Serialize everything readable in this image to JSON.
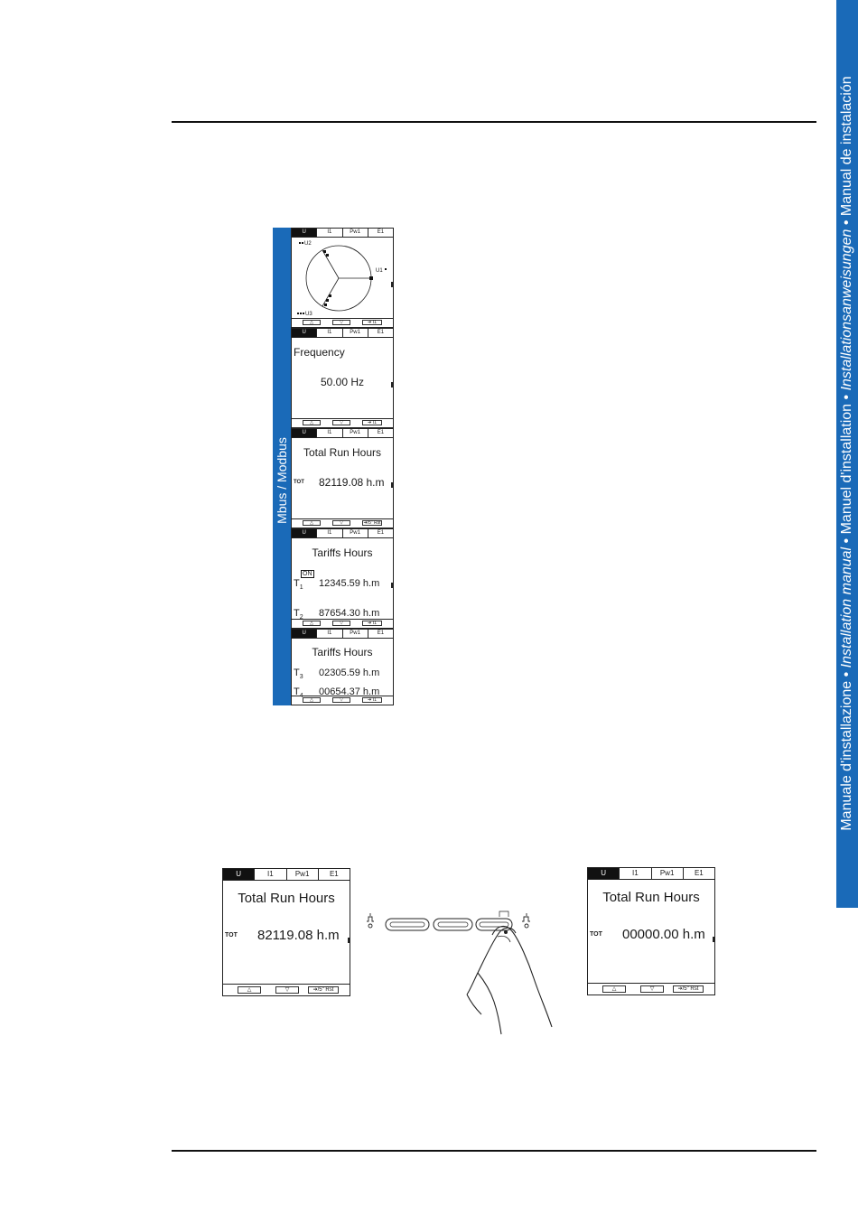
{
  "side_tab": {
    "part1": "Manuale d'installazione • ",
    "part2": "Installation manual",
    "part3": " • Manuel d'installation • ",
    "part4": "Installationsanweisungen",
    "part5": " • Manual de instalación"
  },
  "band_label": "Mbus / Modbus",
  "tabs": [
    "U",
    "I1",
    "Pw1",
    "E1"
  ],
  "nav": {
    "up": "△",
    "down": "▽",
    "next": "➔ I1",
    "reset": "➔/5\" Rst"
  },
  "colors": {
    "accent": "#1a6ab8"
  },
  "screen_phasor": {
    "u1": "U1",
    "u2": "U2",
    "u3": "U3"
  },
  "screen_frequency": {
    "title": "Frequency",
    "value": "50.00 Hz"
  },
  "screen_run_hours": {
    "title": "Total  Run  Hours",
    "tot": "TOT",
    "value": "82119.08 h.m"
  },
  "screen_tariffs_1": {
    "title": "Tariffs Hours",
    "on": "ON",
    "t1_label": "T",
    "t1_sub": "1",
    "t1_value": "12345.59  h.m",
    "t2_label": "T",
    "t2_sub": "2",
    "t2_value": "87654.30  h.m"
  },
  "screen_tariffs_2": {
    "title": "Tariffs Hours",
    "t3_label": "T",
    "t3_sub": "3",
    "t3_value": "02305.59  h.m",
    "t4_label": "T",
    "t4_sub": "4",
    "t4_value": "00654.37  h.m"
  },
  "reset_before": {
    "title": "Total  Run  Hours",
    "tot": "TOT",
    "value": "82119.08 h.m"
  },
  "reset_after": {
    "title": "Total  Run  Hours",
    "tot": "TOT",
    "value": "00000.00 h.m"
  }
}
